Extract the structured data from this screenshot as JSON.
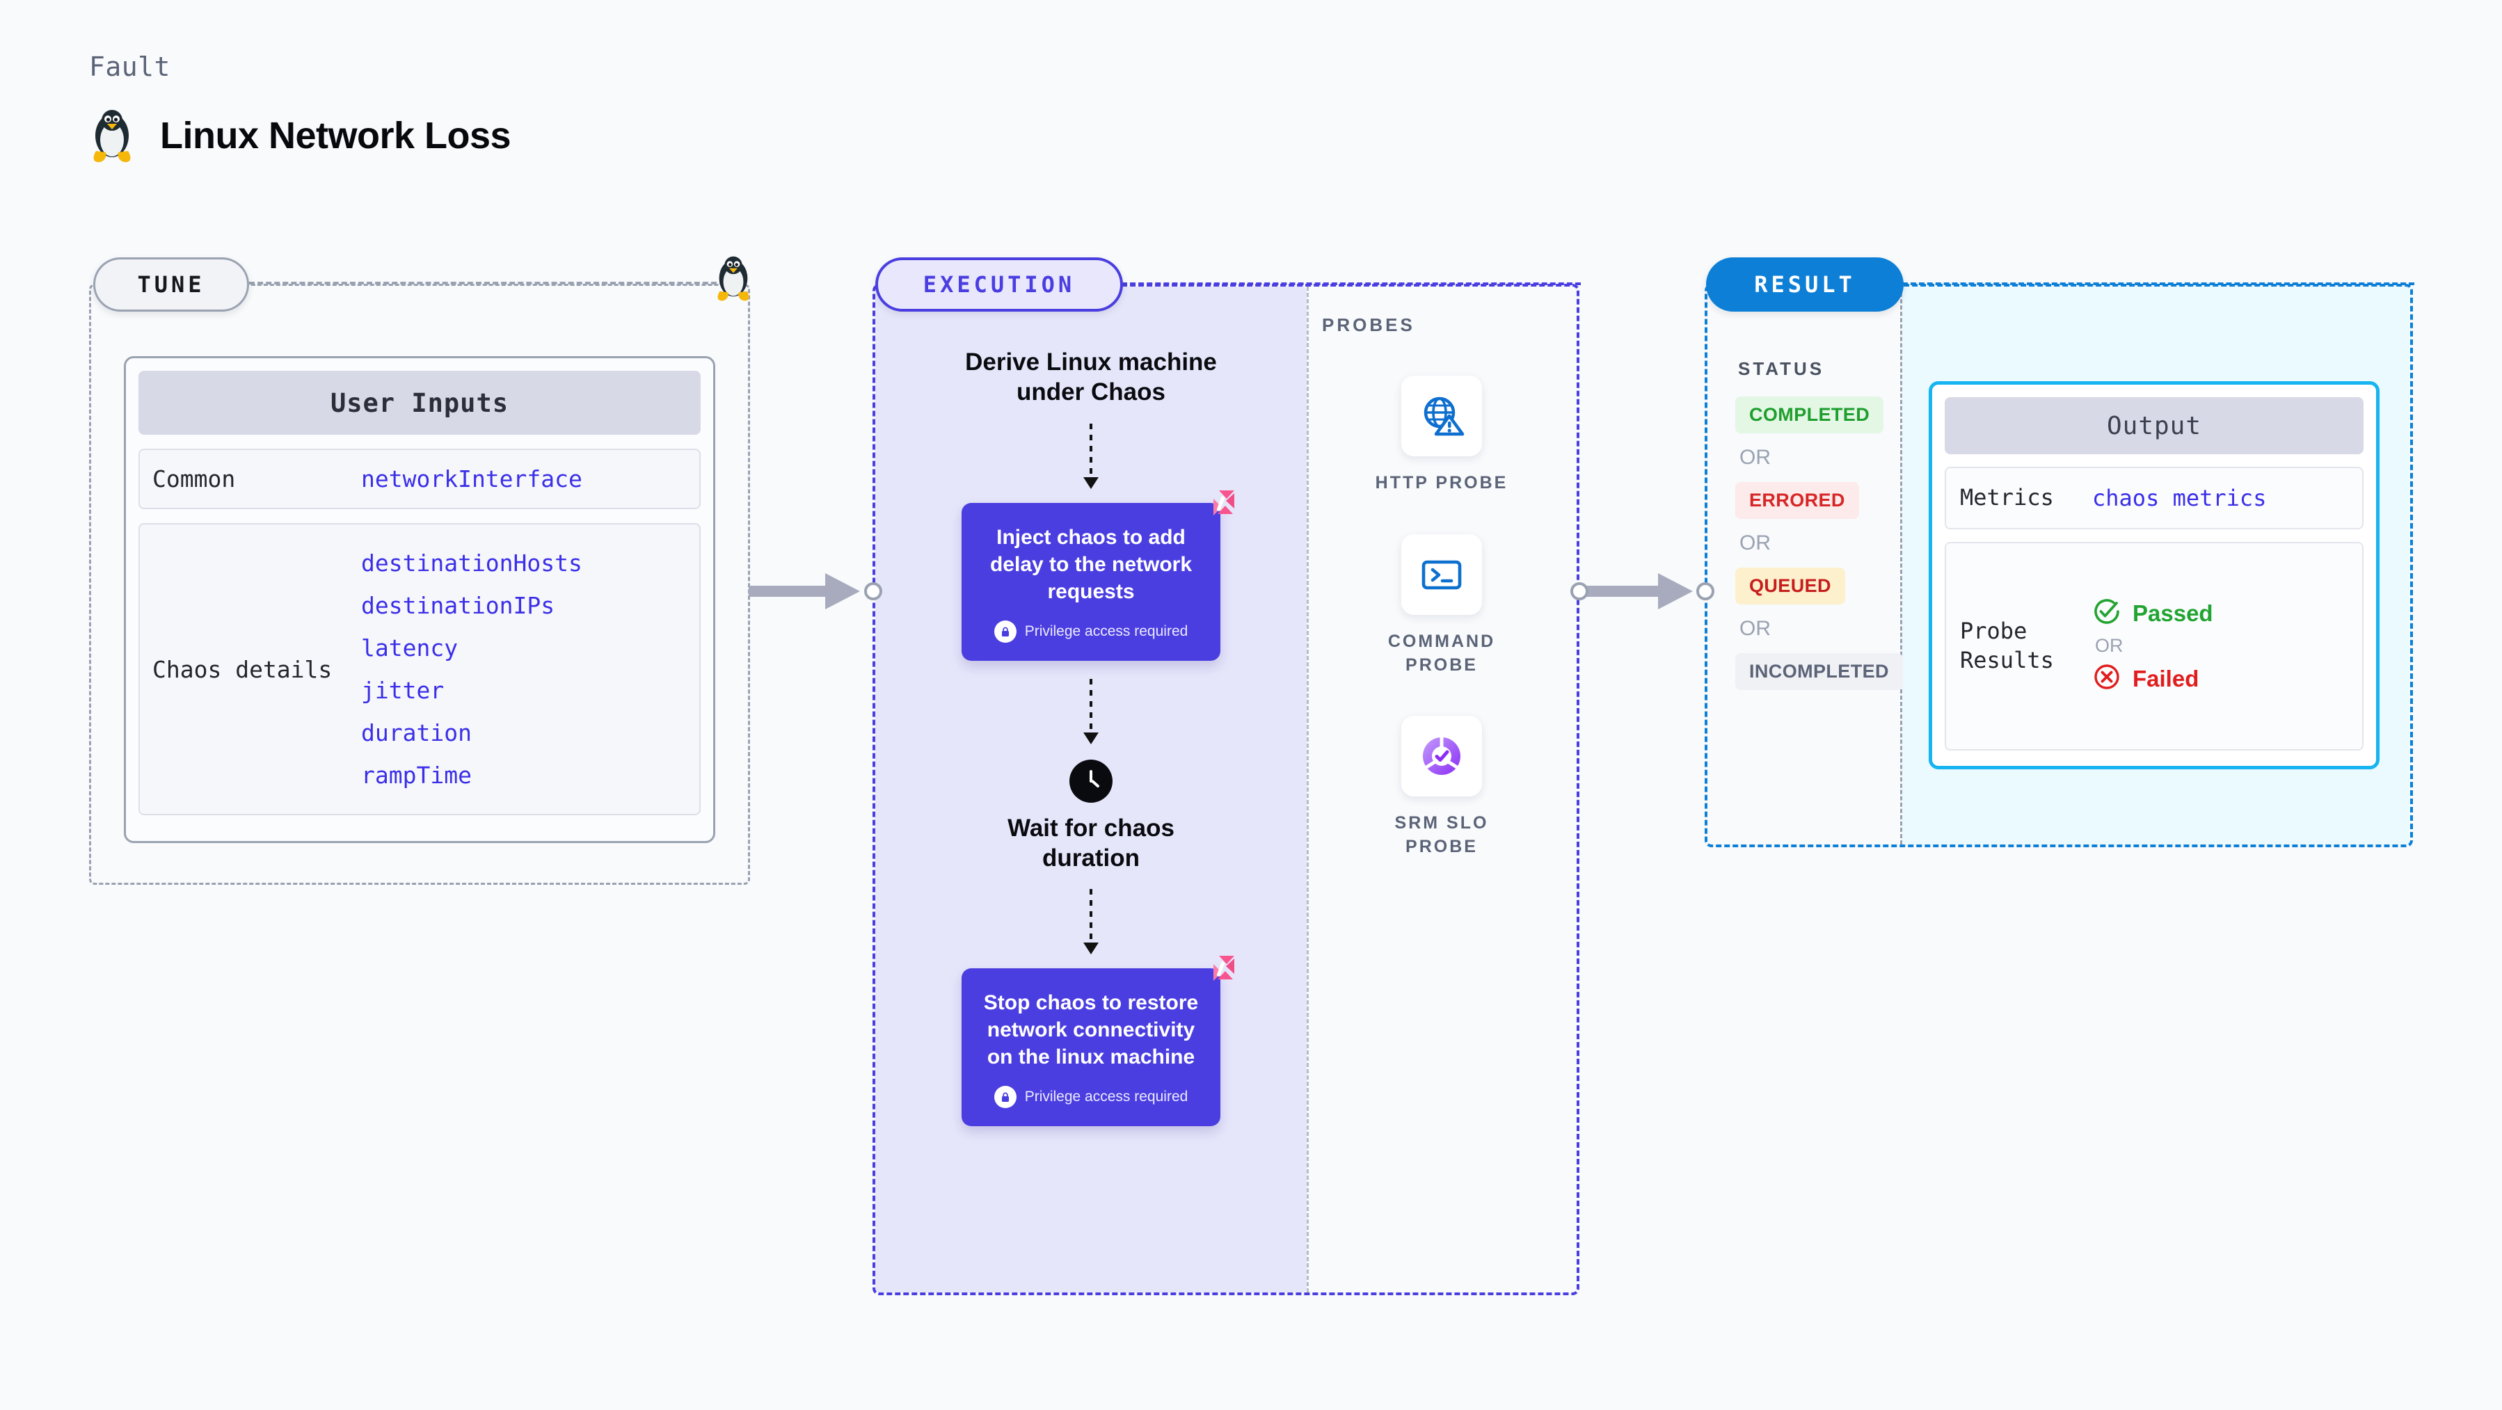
{
  "header": {
    "kicker": "Fault",
    "title": "Linux Network Loss",
    "icon": "linux-penguin-icon"
  },
  "tune": {
    "tab_label": "TUNE",
    "badge_icon": "linux-penguin-icon",
    "card_title": "User Inputs",
    "rows": [
      {
        "key": "Common",
        "values": [
          "networkInterface"
        ]
      },
      {
        "key": "Chaos details",
        "values": [
          "destinationHosts",
          "destinationIPs",
          "latency",
          "jitter",
          "duration",
          "rampTime"
        ]
      }
    ]
  },
  "execution": {
    "tab_label": "EXECUTION",
    "steps": [
      {
        "type": "text",
        "label": "Derive Linux machine\nunder Chaos"
      },
      {
        "type": "chaos",
        "label": "Inject chaos to add delay to the network requests",
        "note": "Privilege access required",
        "icon": "harness-chaos-logo-icon"
      },
      {
        "type": "wait",
        "icon": "clock-icon",
        "label": "Wait for chaos\nduration"
      },
      {
        "type": "chaos",
        "label": "Stop chaos to restore network connectivity on the linux machine",
        "note": "Privilege access required",
        "icon": "harness-chaos-logo-icon"
      }
    ]
  },
  "probes": {
    "label": "PROBES",
    "items": [
      {
        "name": "HTTP  PROBE",
        "icon": "globe-warning-icon"
      },
      {
        "name": "COMMAND\nPROBE",
        "icon": "terminal-icon"
      },
      {
        "name": "SRM  SLO\nPROBE",
        "icon": "srm-slo-icon"
      }
    ]
  },
  "result": {
    "tab_label": "RESULT",
    "status_label": "STATUS",
    "or_label": "OR",
    "statuses": [
      {
        "text": "COMPLETED",
        "bg": "#e3f7e4",
        "fg": "#1f9e2e"
      },
      {
        "text": "ERRORED",
        "bg": "#fdeaea",
        "fg": "#d62626"
      },
      {
        "text": "QUEUED",
        "bg": "#fdf0cc",
        "fg": "#c61e1e"
      },
      {
        "text": "INCOMPLETED",
        "bg": "#f0f1f5",
        "fg": "#5b6377"
      }
    ]
  },
  "output": {
    "card_title": "Output",
    "metrics_key": "Metrics",
    "metrics_value": "chaos metrics",
    "probe_results_key": "Probe\nResults",
    "passed_label": "Passed",
    "failed_label": "Failed",
    "or_label": "OR",
    "passed_color": "#22a431",
    "failed_color": "#e11d1d"
  },
  "colors": {
    "tune_border": "#9aa2b1",
    "execution_accent": "#4b3ee0",
    "result_accent": "#0d7fd6",
    "output_border": "#16b4f0",
    "link": "#3b2fe8",
    "arrow_gray": "#a7abbd"
  }
}
